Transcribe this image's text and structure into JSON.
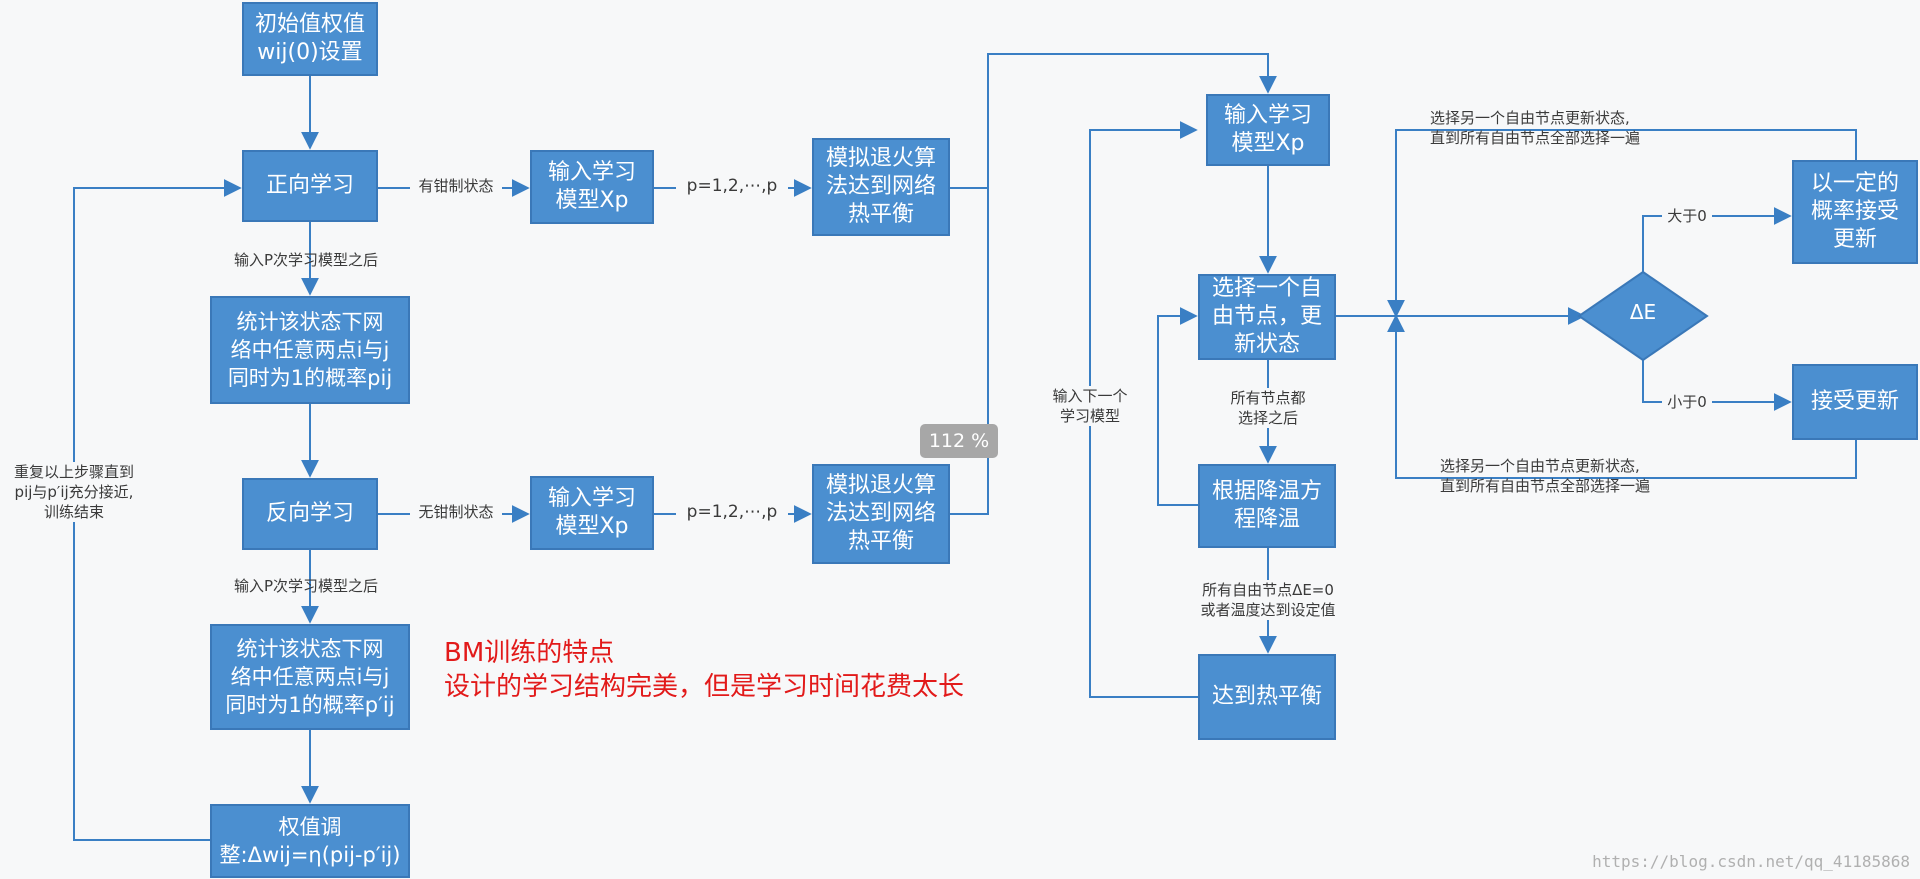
{
  "nodes": {
    "init": "初始值权值\nwij(0)设置",
    "forward": "正向学习",
    "stat1": "统计该状态下网\n络中任意两点i与j\n同时为1的概率pij",
    "backward": "反向学习",
    "stat2": "统计该状态下网\n络中任意两点i与j\n同时为1的概率p′ij",
    "weight": "权值调\n整:Δwij=η(pij-p′ij)",
    "input1": "输入学习\n模型Xp",
    "input2": "输入学习\n模型Xp",
    "anneal1": "模拟退火算\n法达到网络\n热平衡",
    "anneal2": "模拟退火算\n法达到网络\n热平衡",
    "input3": "输入学习\n模型Xp",
    "select": "选择一个自\n由节点，更\n新状态",
    "cool": "根据降温方\n程降温",
    "equil": "达到热平衡",
    "accept_prob": "以一定的\n概率接受\n更新",
    "accept": "接受更新",
    "de": "ΔE"
  },
  "labels": {
    "clamped": "有钳制状态",
    "unclamped": "无钳制状态",
    "p_seq1": "p=1,2,⋯,p",
    "p_seq2": "p=1,2,⋯,p",
    "after_p1": "输入P次学习模型之后",
    "after_p2": "输入P次学习模型之后",
    "repeat": "重复以上步骤直到\npij与p′ij充分接近,\n训练结束",
    "next_model": "输入下一个\n学习模型",
    "all_selected": "所有节点都\n选择之后",
    "stop_cond": "所有自由节点ΔE=0\n或者温度达到设定值",
    "gt0": "大于0",
    "lt0": "小于0",
    "loop_top": "选择另一个自由节点更新状态,\n直到所有自由节点全部选择一遍",
    "loop_bottom": "选择另一个自由节点更新状态,\n直到所有自由节点全部选择一遍"
  },
  "note": "BM训练的特点\n设计的学习结构完美，但是学习时间花费太长",
  "zoom": "112 %",
  "watermark": "https://blog.csdn.net/qq_41185868",
  "colors": {
    "node_fill": "#4b8fd0",
    "edge": "#3a7fc4",
    "note": "#e21a1a"
  }
}
